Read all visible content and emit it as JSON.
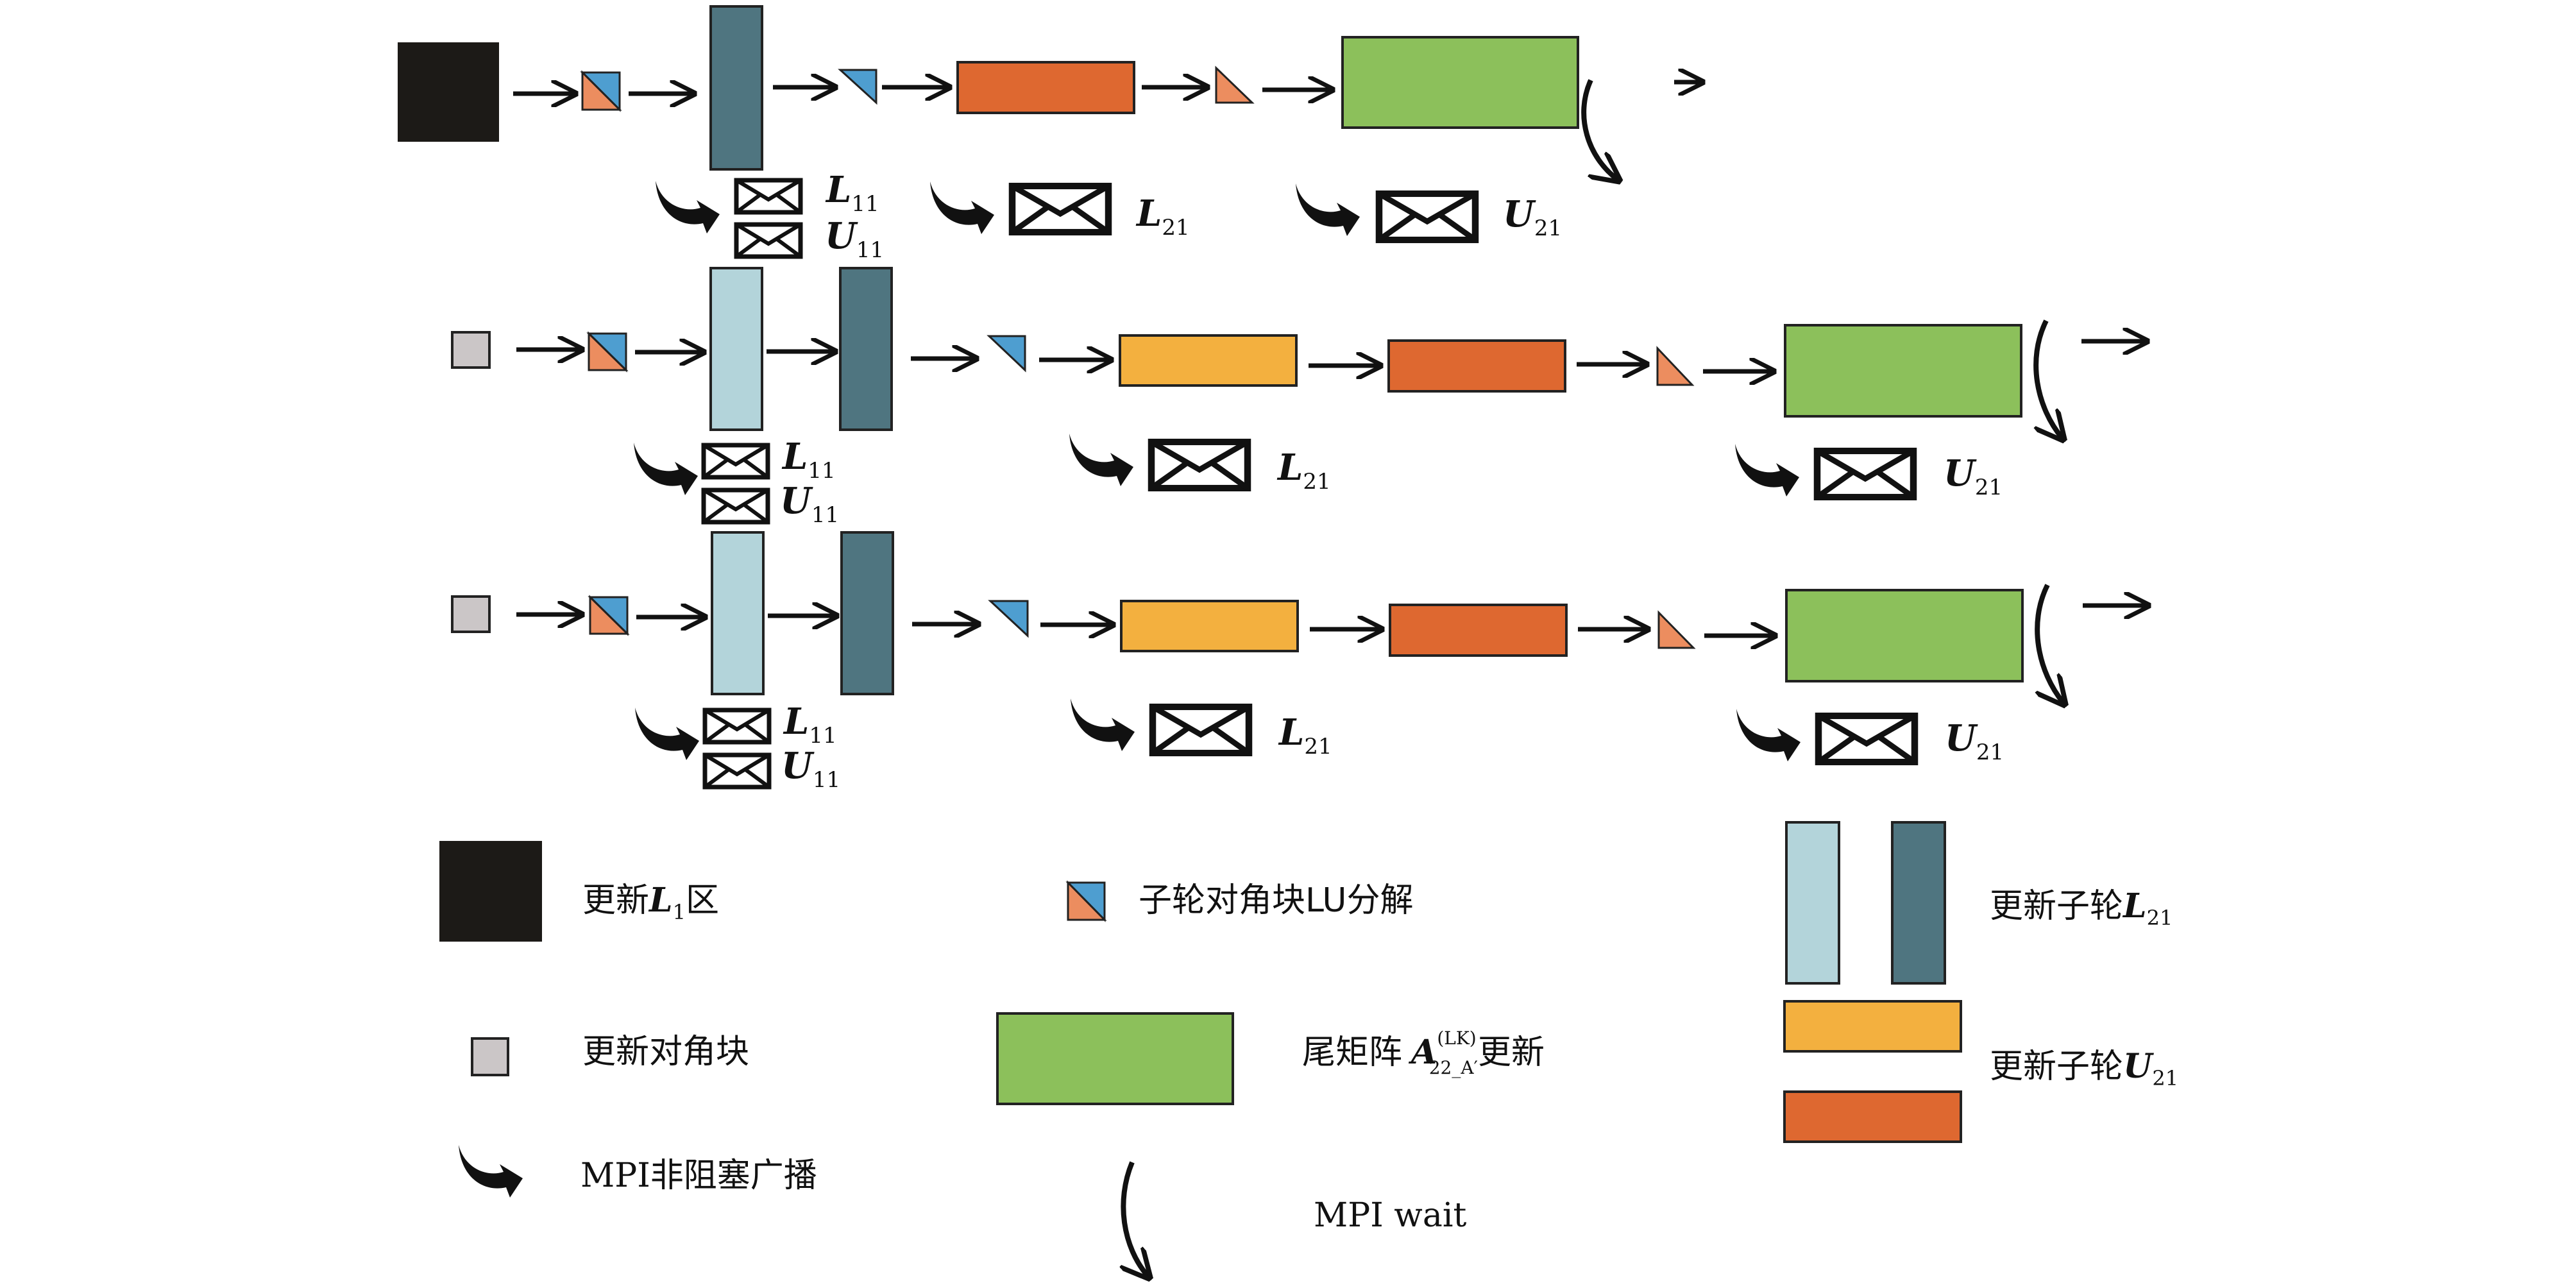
{
  "colors": {
    "update_L1_block": "#1c1a17",
    "diag_update_block": "#cbc6c7",
    "diag_lu_blue": "#4e9ed0",
    "diag_lu_orange": "#ec8d5f",
    "l21_light": "#b3d4da",
    "l21_dark": "#4f7580",
    "u21_yellow": "#f3b03f",
    "u21_orange": "#de6830",
    "trailing_green": "#8cc05b",
    "outline": "#222222"
  },
  "labels": {
    "L": "L",
    "U": "U",
    "sub_11": "11",
    "sub_21": "21"
  },
  "legend": {
    "update_L1_prefix": "更新",
    "update_L1_var": "L",
    "update_L1_sub": "1",
    "update_L1_suffix": "区",
    "diag_lu": "子轮对角块LU分解",
    "update_l21_prefix": "更新子轮",
    "update_l21_var": "L",
    "update_l21_sub": "21",
    "update_diag": "更新对角块",
    "trailing_prefix": "尾矩阵",
    "trailing_var": "A",
    "trailing_sup": "(LK)",
    "trailing_sub": "22_A′",
    "trailing_suffix": "更新",
    "update_u21_prefix": "更新子轮",
    "update_u21_var": "U",
    "update_u21_sub": "21",
    "mpi_bcast": "MPI非阻塞广播",
    "mpi_wait": "MPI wait"
  },
  "icons": [
    "envelope-icon",
    "curved-arrow-icon",
    "wait-arrow-icon",
    "right-arrow-icon"
  ]
}
